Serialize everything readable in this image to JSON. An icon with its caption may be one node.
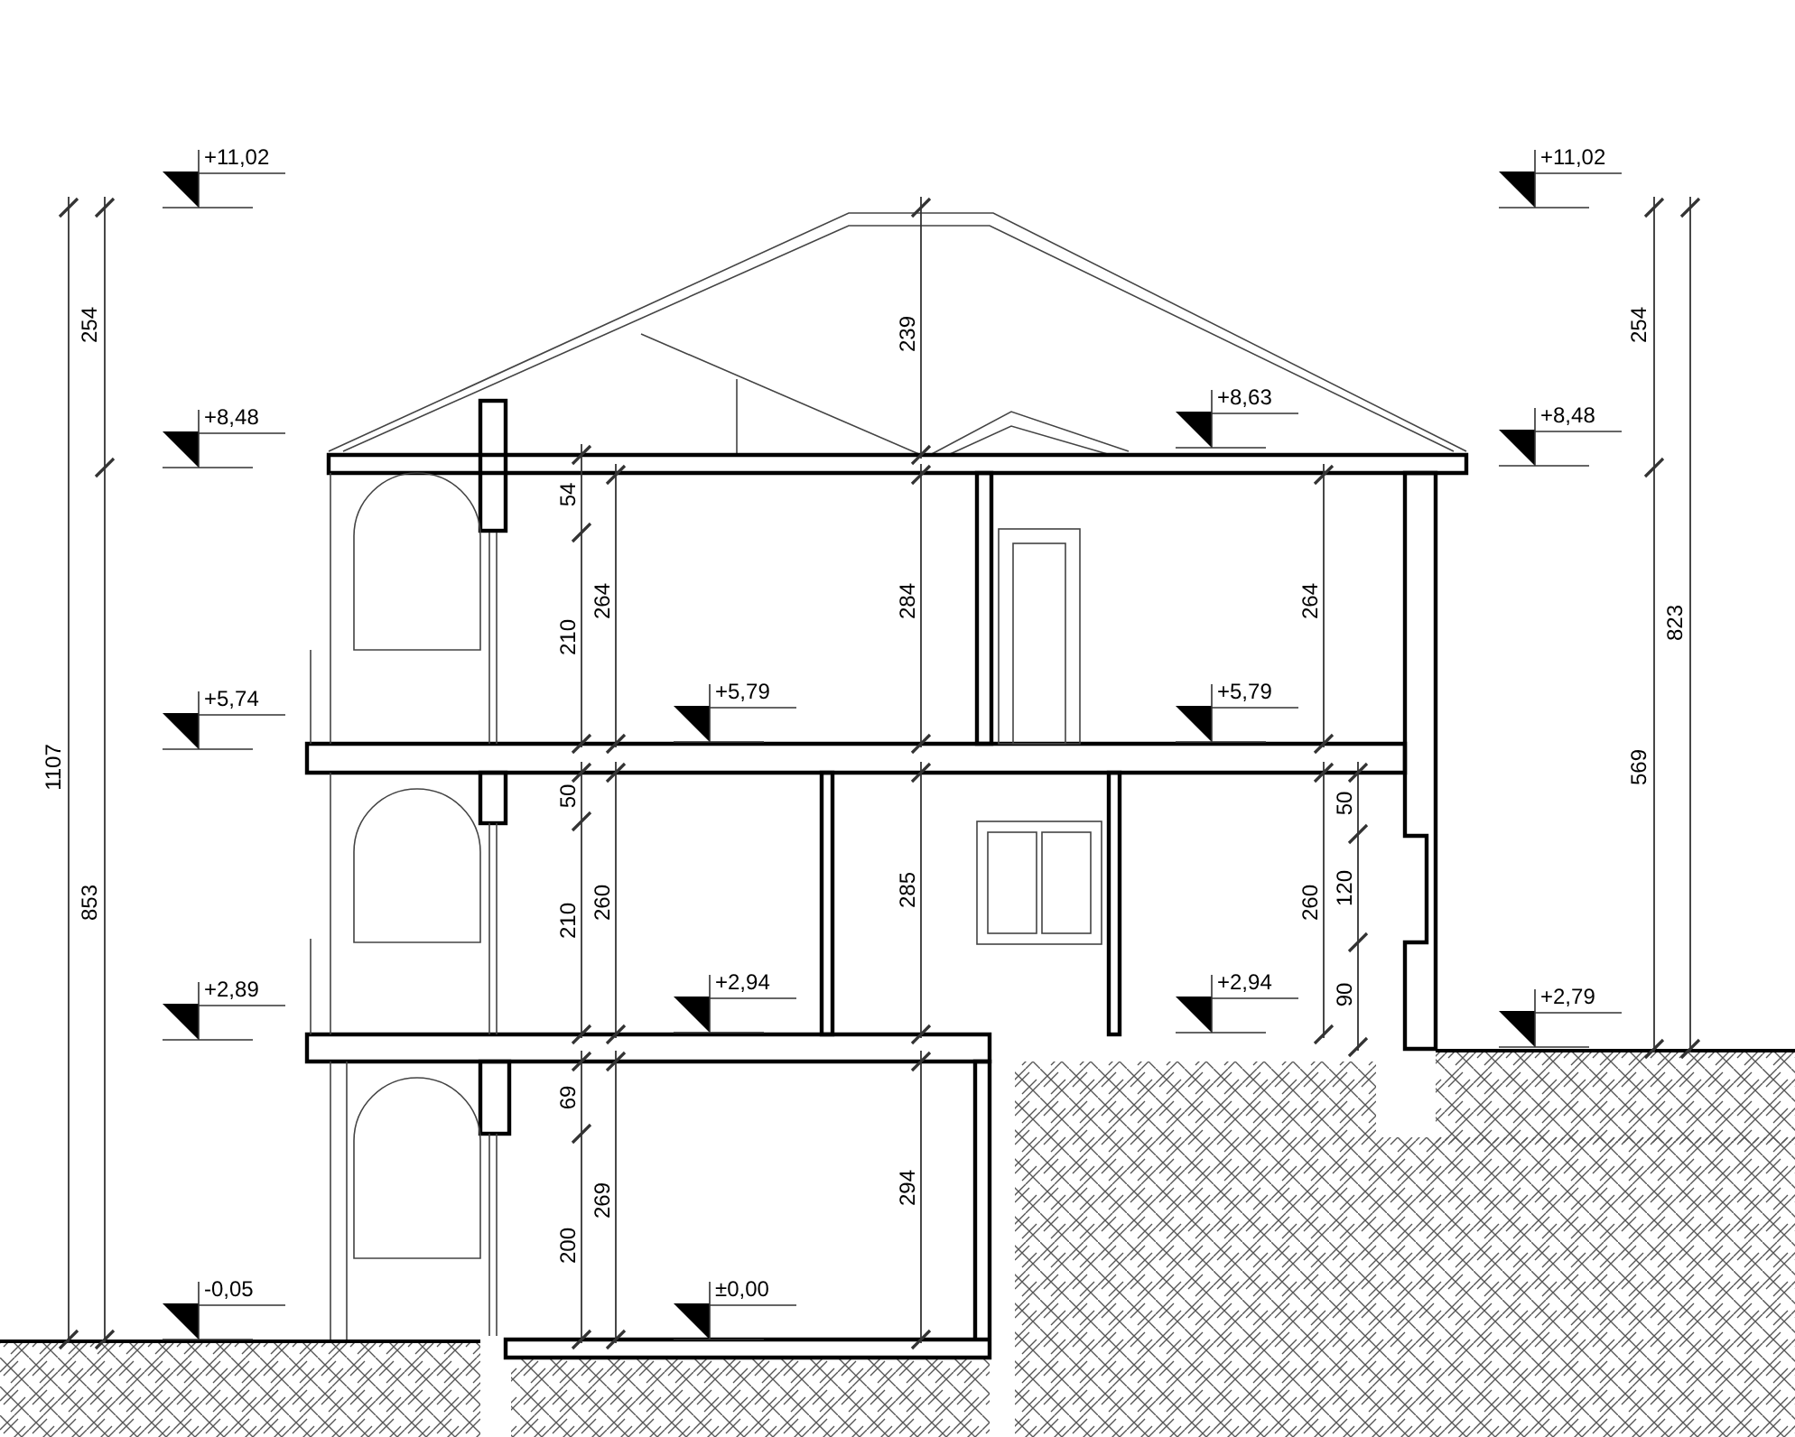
{
  "diagram": {
    "labels": [
      "+11,02",
      "+11,02",
      "254",
      "239",
      "254",
      "+8,48",
      "+8,63",
      "+8,48",
      "54",
      "264",
      "284",
      "264",
      "210",
      "823",
      "+5,74",
      "+5,79",
      "+5,79",
      "1107",
      "50",
      "50",
      "569",
      "210",
      "260",
      "285",
      "260",
      "120",
      "853",
      "+2,89",
      "+2,94",
      "+2,94",
      "90",
      "+2,79",
      "69",
      "269",
      "294",
      "200",
      "-0,05",
      "±0,00"
    ]
  }
}
